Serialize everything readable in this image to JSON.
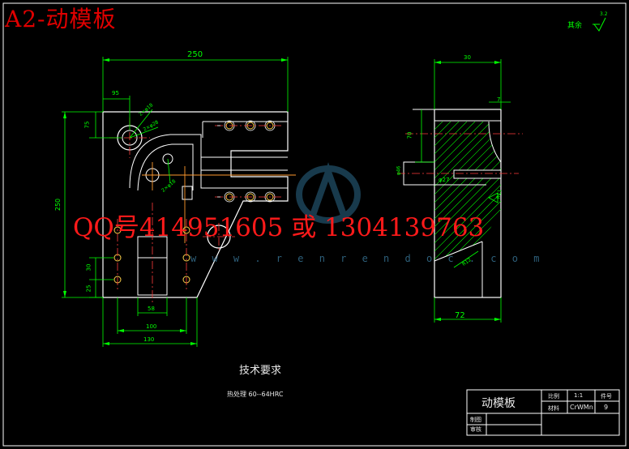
{
  "overlay": {
    "title": "A2-动模板",
    "contact": "QQ号414951605 或 1304139763",
    "watermark_url": "w w w . r e n r e n d o c . c o m"
  },
  "surface_finish": {
    "label": "其余",
    "value": "3.2"
  },
  "dims": {
    "width_250": "250",
    "d95": "95",
    "d75": "75",
    "height_250": "250",
    "d30": "30",
    "d25": "25",
    "d58": "58",
    "d100": "100",
    "d130": "130",
    "phi_small_1": "2×φ18",
    "phi_small_2": "2×φ28",
    "phi_small_3": "2×φ18",
    "side_30": "30",
    "side_7": "7",
    "side_70": "70",
    "side_46": "φ46",
    "side_27": "φ27",
    "side_72": "72",
    "side_r11": "R11",
    "side_r12": "R12"
  },
  "tech_req": {
    "heading": "技术要求",
    "line1": "热处理  60--64HRC"
  },
  "title_block": {
    "part_name": "动模板",
    "scale_label": "比例",
    "scale_value": "1:1",
    "part_no_label": "件号",
    "material_label": "材料",
    "material_value": "CrWMn",
    "part_no_value": "9",
    "drawn_label": "制图",
    "checked_label": "审核"
  },
  "colors": {
    "background": "#000000",
    "outline": "#ffffff",
    "dimension": "#00ff00",
    "centerline": "#ff3b3b",
    "hidden": "#ffd24a",
    "orange": "#ff9a2e",
    "accent": "#e00000"
  }
}
